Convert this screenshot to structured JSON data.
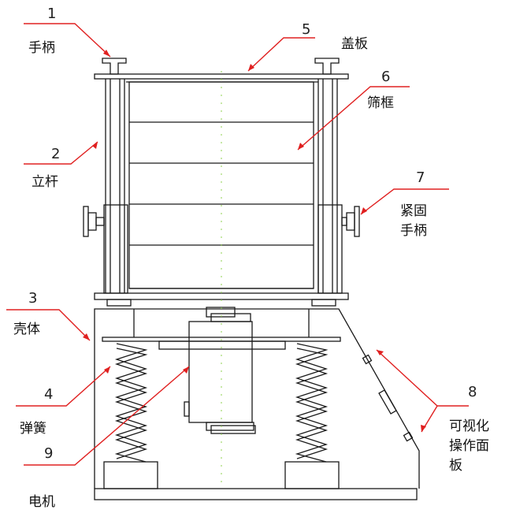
{
  "labels": {
    "n1": "1",
    "t1": "手柄",
    "n2": "2",
    "t2": "立杆",
    "n3": "3",
    "t3": "壳体",
    "n4": "4",
    "t4": "弹簧",
    "n5": "5",
    "t5": "盖板",
    "n6": "6",
    "t6": "筛框",
    "n7": "7",
    "t7a": "紧固",
    "t7b": "手柄",
    "n8": "8",
    "t8a": "可视化",
    "t8b": "操作面",
    "t8c": "板",
    "n9": "9",
    "t9": "电机"
  },
  "colors": {
    "line": "#1a1a1a",
    "leader": "#e02020",
    "center": "#8fd14f"
  }
}
